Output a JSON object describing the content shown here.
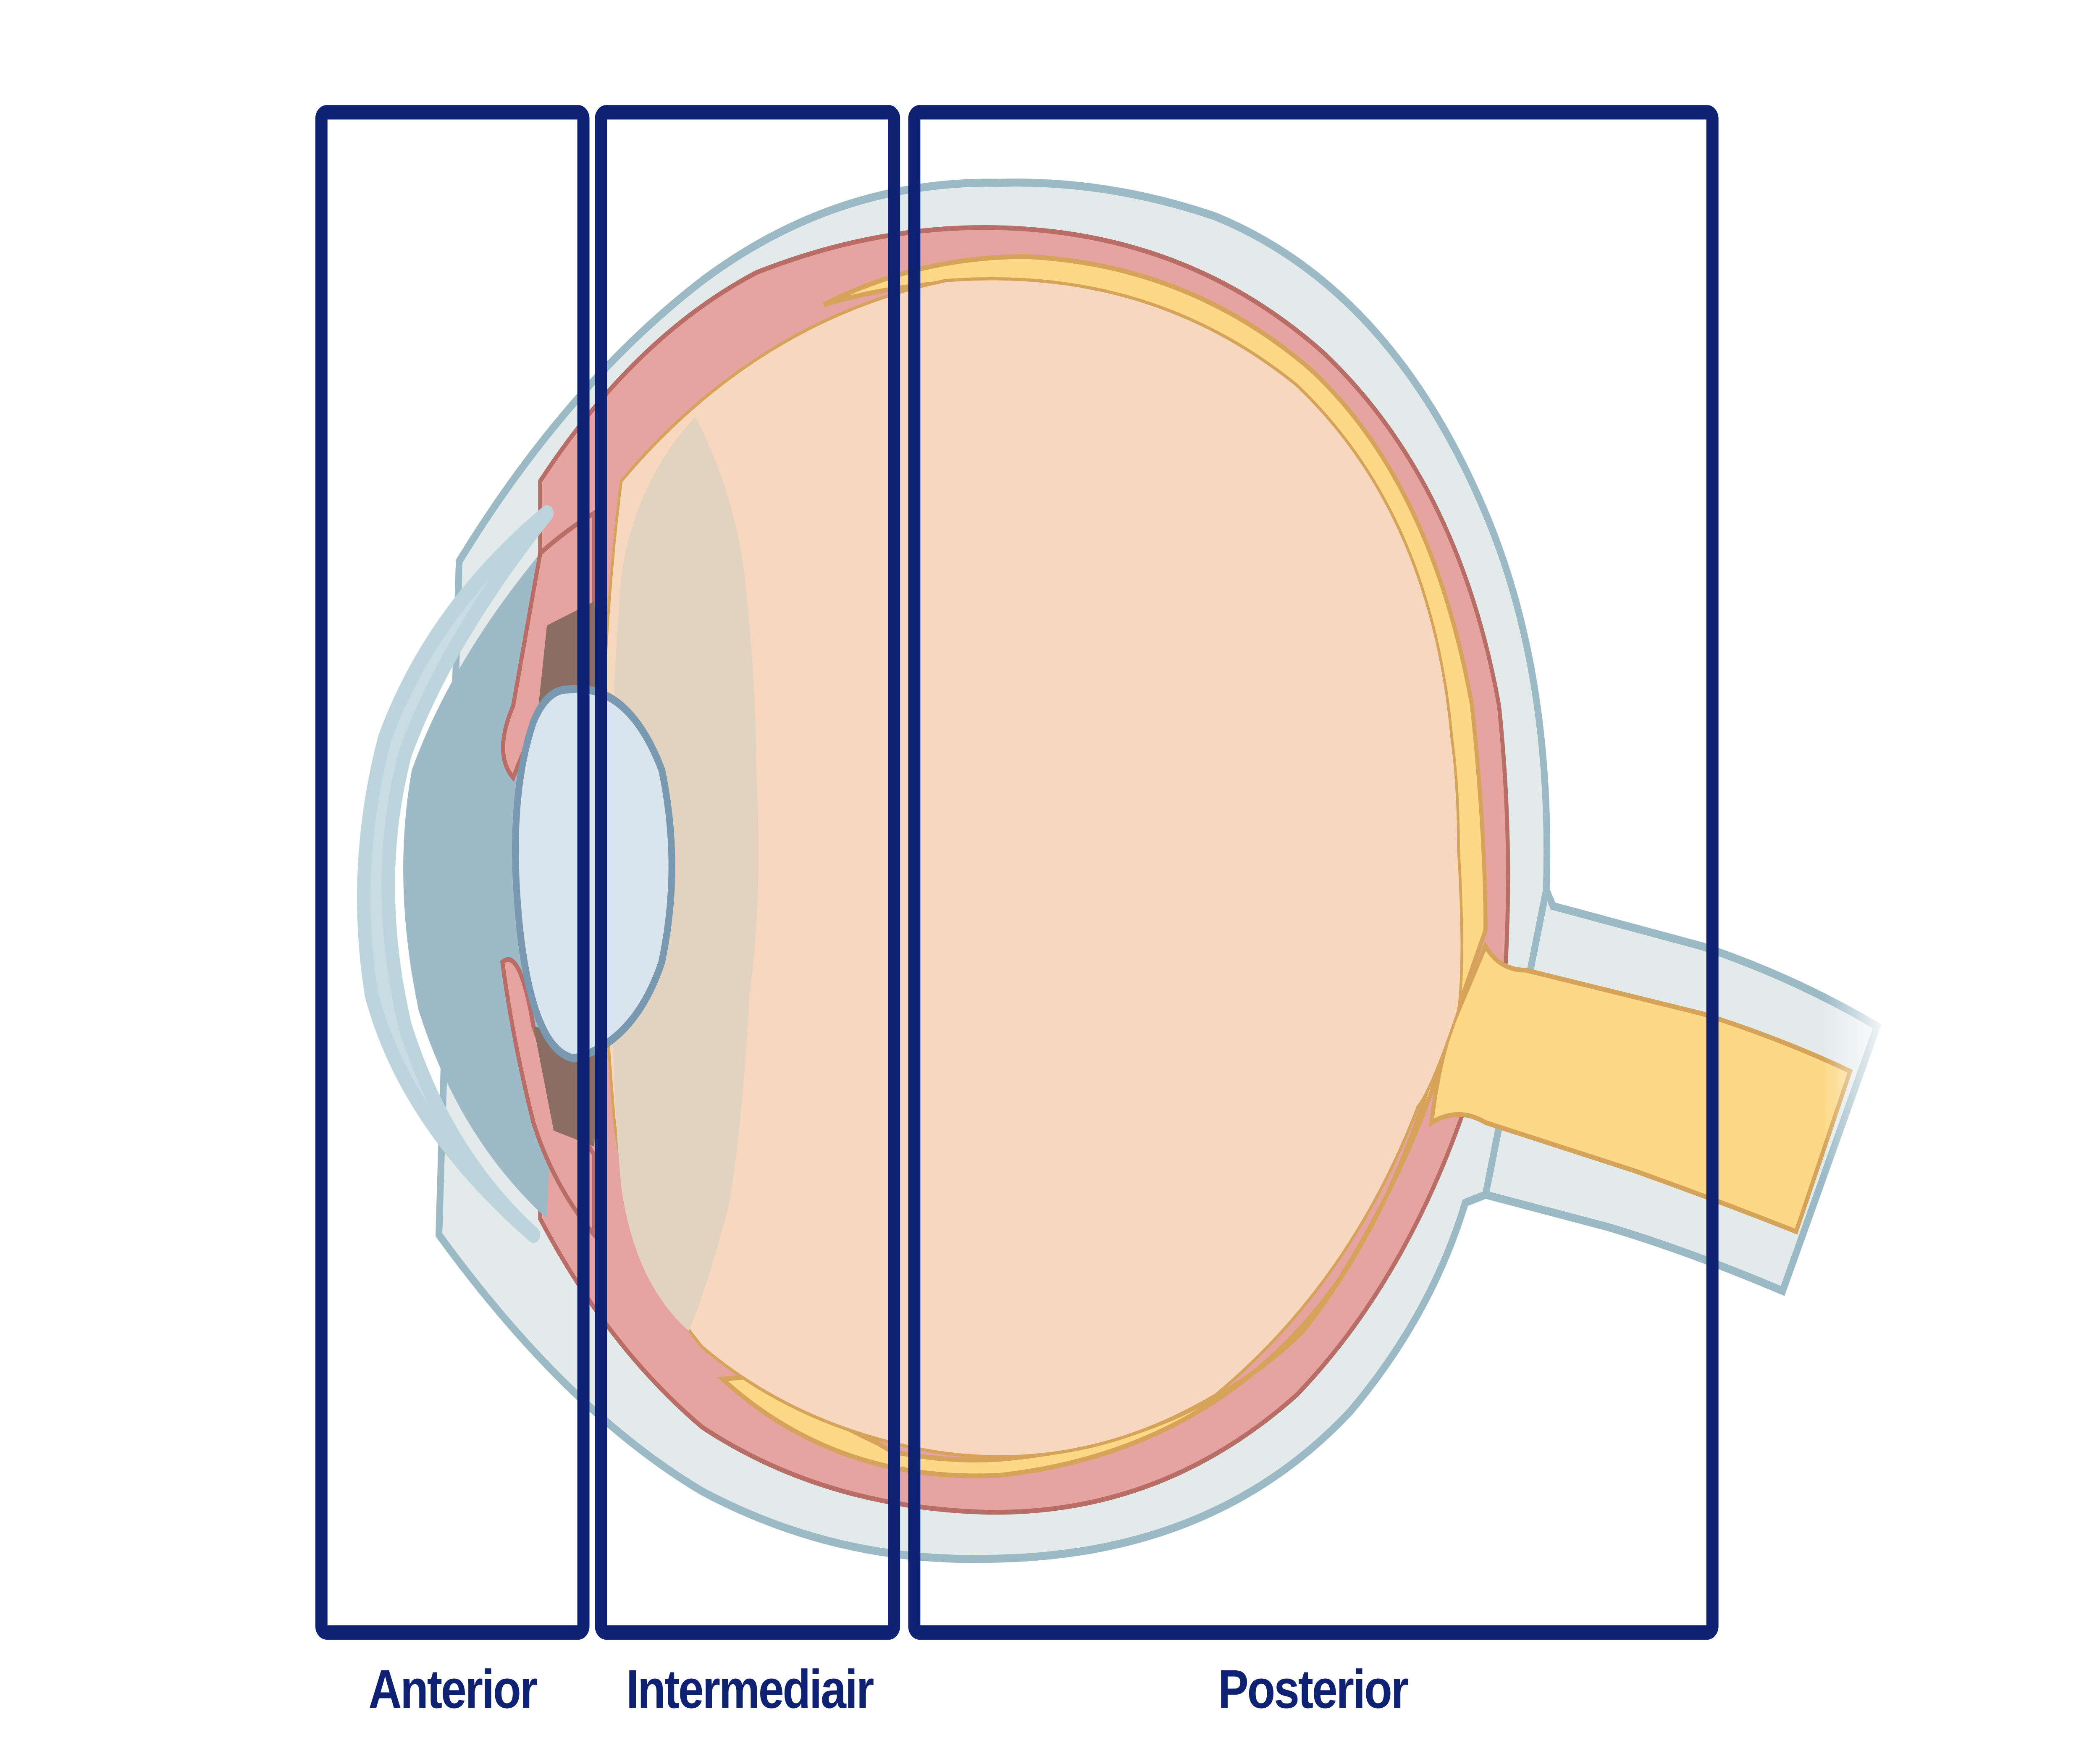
{
  "regions": [
    {
      "label": "Anterior"
    },
    {
      "label": "Intermediair"
    },
    {
      "label": "Posterior"
    }
  ],
  "colors": {
    "frame": "#0f2173",
    "sclera_fill": "#e3ebea",
    "sclera_stroke": "#9bbac6",
    "choroid": "#e6a3a0",
    "retina": "#fdd886",
    "vitreous": "#f7d7bd",
    "ciliary": "#e2d3c0",
    "lens": "#d8e4ee",
    "anterior_chamber": "#9dbac6"
  }
}
